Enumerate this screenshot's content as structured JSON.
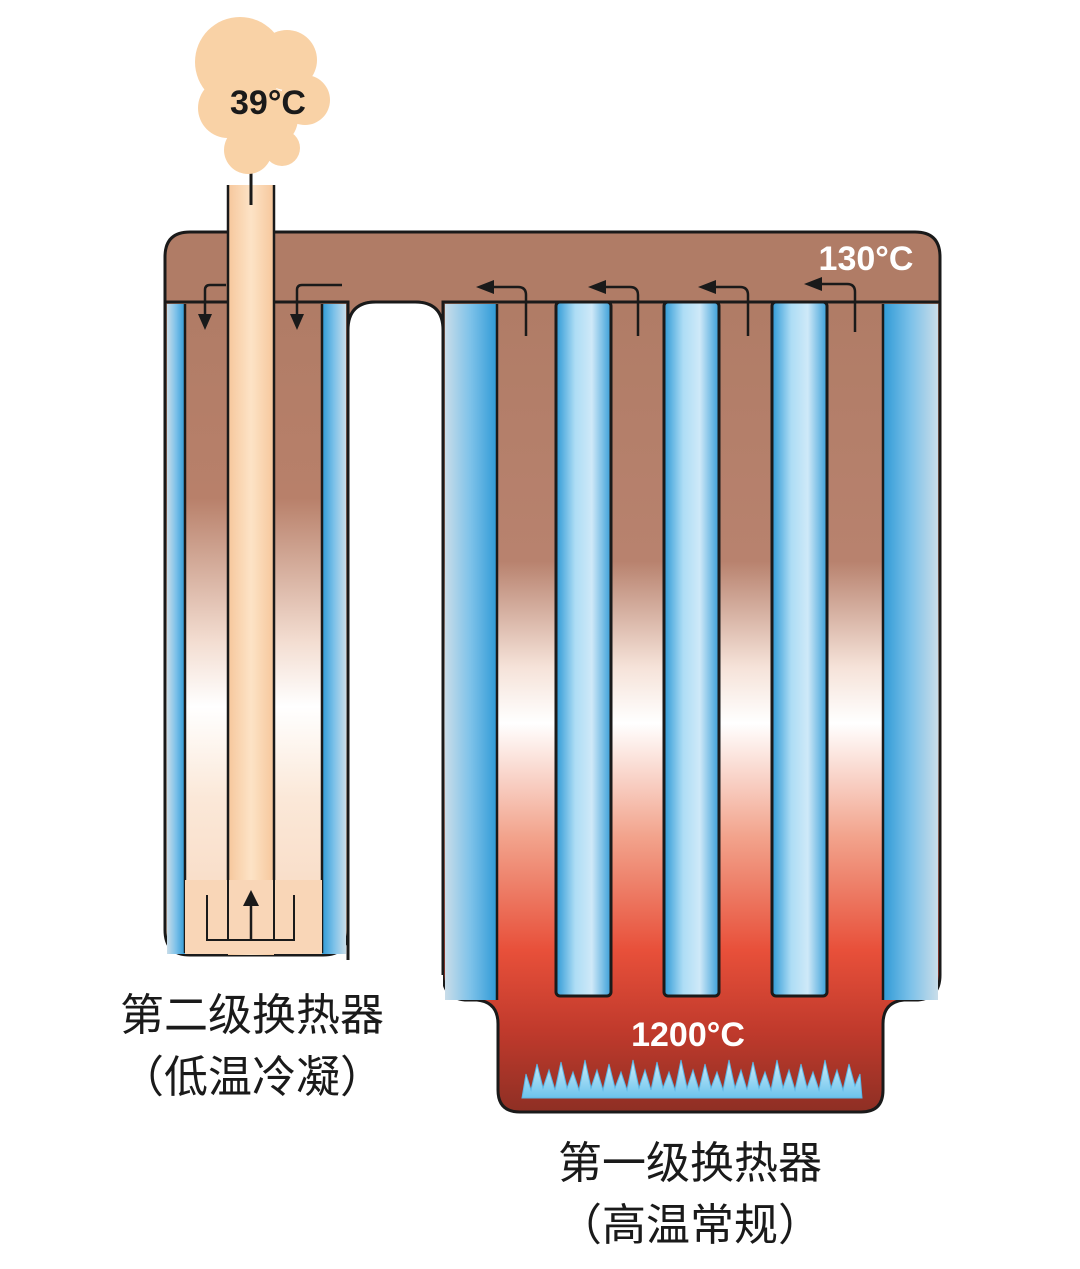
{
  "labels": {
    "smoke_temp": "39°C",
    "header_temp": "130°C",
    "flame_temp": "1200°C",
    "stage2_title": "第二级换热器",
    "stage2_sub": "（低温冷凝）",
    "stage1_title": "第一级换热器",
    "stage1_sub": "（高温常规）"
  },
  "colors": {
    "outline": "#1a1a1a",
    "hot_gas": "#9a3a2a",
    "header": "#b07c66",
    "flame": "#e8503a",
    "water_tube": "#3a9fd8",
    "exhaust": "#fad3aa",
    "smoke": "#f9d2a6",
    "flame_icon": "#8fd3f2"
  },
  "icons": {
    "flame": "flame-icon",
    "smoke": "smoke-cloud-icon",
    "flow": "flow-arrow-icon"
  }
}
